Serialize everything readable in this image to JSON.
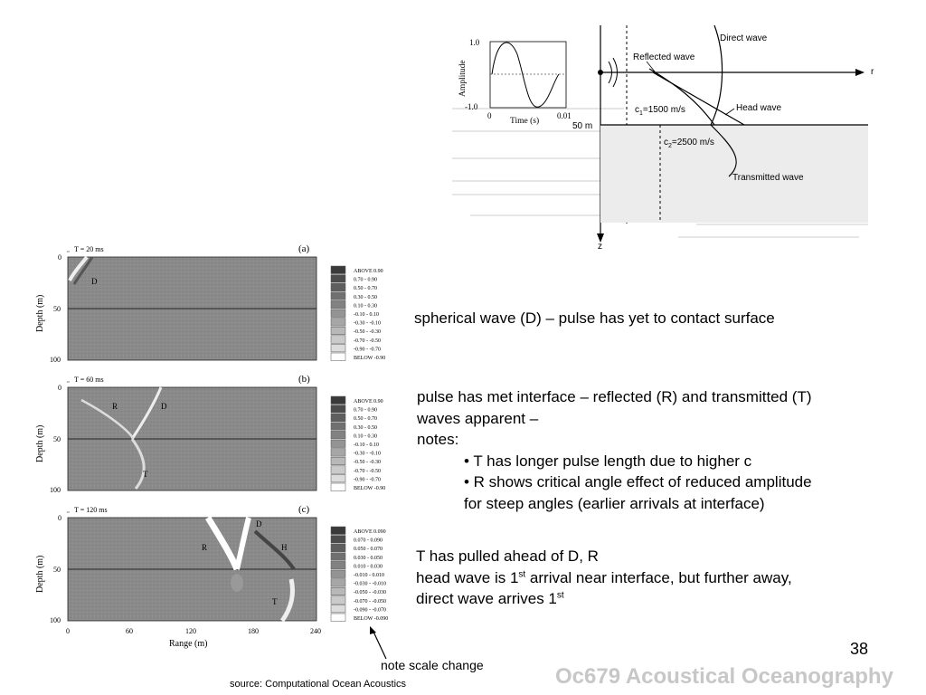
{
  "top_figure": {
    "axis_label_amplitude": "Amplitude",
    "tick_y_top": "1.0",
    "tick_y_bottom": "-1.0",
    "tick_x_left": "0",
    "tick_x_right": "0.01",
    "axis_label_time": "Time (s)",
    "label_direct_wave": "Direct wave",
    "label_reflected_wave": "Reflected wave",
    "label_r": "r",
    "label_c1": "c",
    "label_c1_sub": "1",
    "label_c1_val": "=1500 m/s",
    "label_head_wave": "Head wave",
    "label_depth_50m": "50 m",
    "label_c2": "c",
    "label_c2_sub": "2",
    "label_c2_val": "=2500 m/s",
    "label_transmitted_wave": "Transmitted wave",
    "label_z": "z"
  },
  "panels": [
    {
      "time_label": "T = 20 ms",
      "letter": "(a)",
      "labels": [
        "D"
      ],
      "legend": [
        "ABOVE   0.90",
        "0.70 -  0.90",
        "0.50 -  0.70",
        "0.30 -  0.50",
        "0.10 -  0.30",
        "-0.10 -  0.10",
        "-0.30 - -0.10",
        "-0.50 - -0.30",
        "-0.70 - -0.50",
        "-0.90 - -0.70",
        "BELOW  -0.90"
      ]
    },
    {
      "time_label": "T = 60 ms",
      "letter": "(b)",
      "labels": [
        "R",
        "D",
        "T"
      ],
      "legend": [
        "ABOVE   0.90",
        "0.70 -  0.90",
        "0.50 -  0.70",
        "0.30 -  0.50",
        "0.10 -  0.30",
        "-0.10 -  0.10",
        "-0.30 - -0.10",
        "-0.50 - -0.30",
        "-0.70 - -0.50",
        "-0.90 - -0.70",
        "BELOW  -0.90"
      ]
    },
    {
      "time_label": "T = 120 ms",
      "letter": "(c)",
      "labels": [
        "D",
        "R",
        "H",
        "T"
      ],
      "legend": [
        "ABOVE   0.090",
        "0.070 -  0.090",
        "0.050 -  0.070",
        "0.030 -  0.050",
        "0.010 -  0.030",
        "-0.010 -  0.010",
        "-0.030 - -0.010",
        "-0.050 - -0.030",
        "-0.070 - -0.050",
        "-0.090 - -0.070",
        "BELOW  -0.090"
      ]
    }
  ],
  "axes": {
    "depth_label": "Depth (m)",
    "range_label": "Range (m)",
    "depth_ticks": [
      "0",
      "50",
      "100"
    ],
    "range_ticks": [
      "0",
      "60",
      "120",
      "180",
      "240"
    ]
  },
  "text": {
    "panel_a_note": "spherical wave (D)  – pulse has yet to contact surface",
    "panel_b_line1": "pulse has met interface – reflected (R) and transmitted (T)",
    "panel_b_line2": "waves apparent –",
    "panel_b_line3": "notes:",
    "panel_b_bullet1": "• T has longer pulse length due to higher c",
    "panel_b_bullet2": "• R shows critical angle effect of reduced amplitude",
    "panel_b_bullet2_cont": "for steep angles (earlier arrivals at interface)",
    "panel_c_line1": "T has pulled ahead of D, R",
    "panel_c_line2_pre": "head wave is 1",
    "panel_c_line2_sup": "st",
    "panel_c_line2_post": " arrival near interface, but further away,",
    "panel_c_line3_pre": "direct wave arrives 1",
    "panel_c_line3_sup": "st",
    "scale_note": "note scale change",
    "source": "source: Computational Ocean Acoustics",
    "page_number": "38",
    "course_title": "Oc679 Acoustical Oceanography"
  }
}
